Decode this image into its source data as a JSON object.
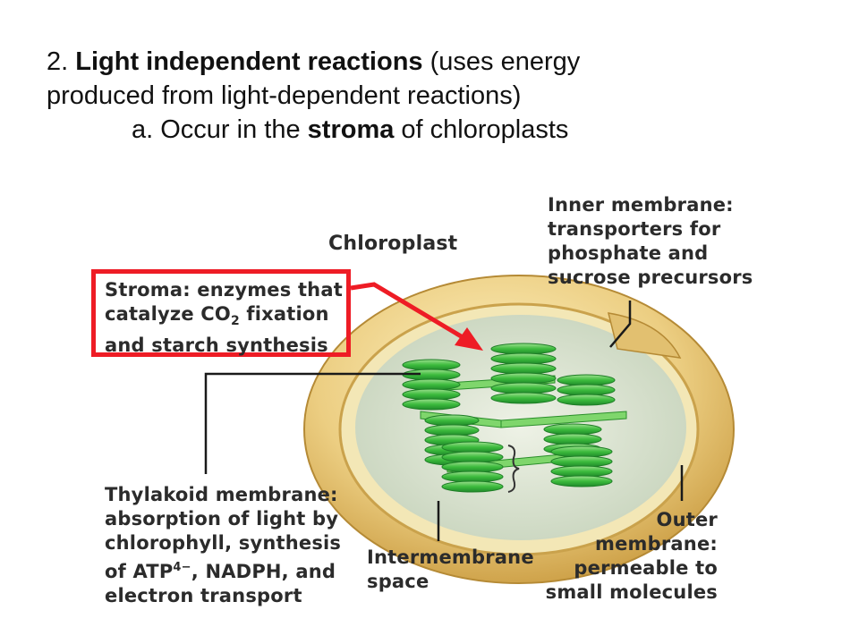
{
  "heading": {
    "line1_prefix": "2. ",
    "line1_bold": "Light independent reactions",
    "line1_rest": " (uses energy",
    "line2": "produced from light-dependent reactions)",
    "line3_prefix": "a. Occur in the ",
    "line3_bold": "stroma",
    "line3_rest": " of chloroplasts"
  },
  "diagram": {
    "title": "Chloroplast",
    "stroma_label": [
      "Stroma: enzymes that",
      "catalyze CO",
      "2",
      " fixation",
      "and starch synthesis"
    ],
    "inner_membrane_label": [
      "Inner membrane:",
      "transporters for",
      "phosphate and",
      "sucrose precursors"
    ],
    "thylakoid_label": [
      "Thylakoid membrane:",
      "absorption of light by",
      "chlorophyll, synthesis",
      "of ATP",
      "4−",
      ", NADPH, and",
      "electron transport"
    ],
    "intermembrane_label": [
      "Intermembrane",
      "space"
    ],
    "outer_membrane_label": [
      "Outer",
      "membrane:",
      "permeable to",
      "small molecules"
    ],
    "colors": {
      "highlight": "#ee1c25",
      "outer_membrane": "#e8c777",
      "stroma": "#d8e4cf",
      "thylakoid": "#3dbb3d"
    }
  }
}
